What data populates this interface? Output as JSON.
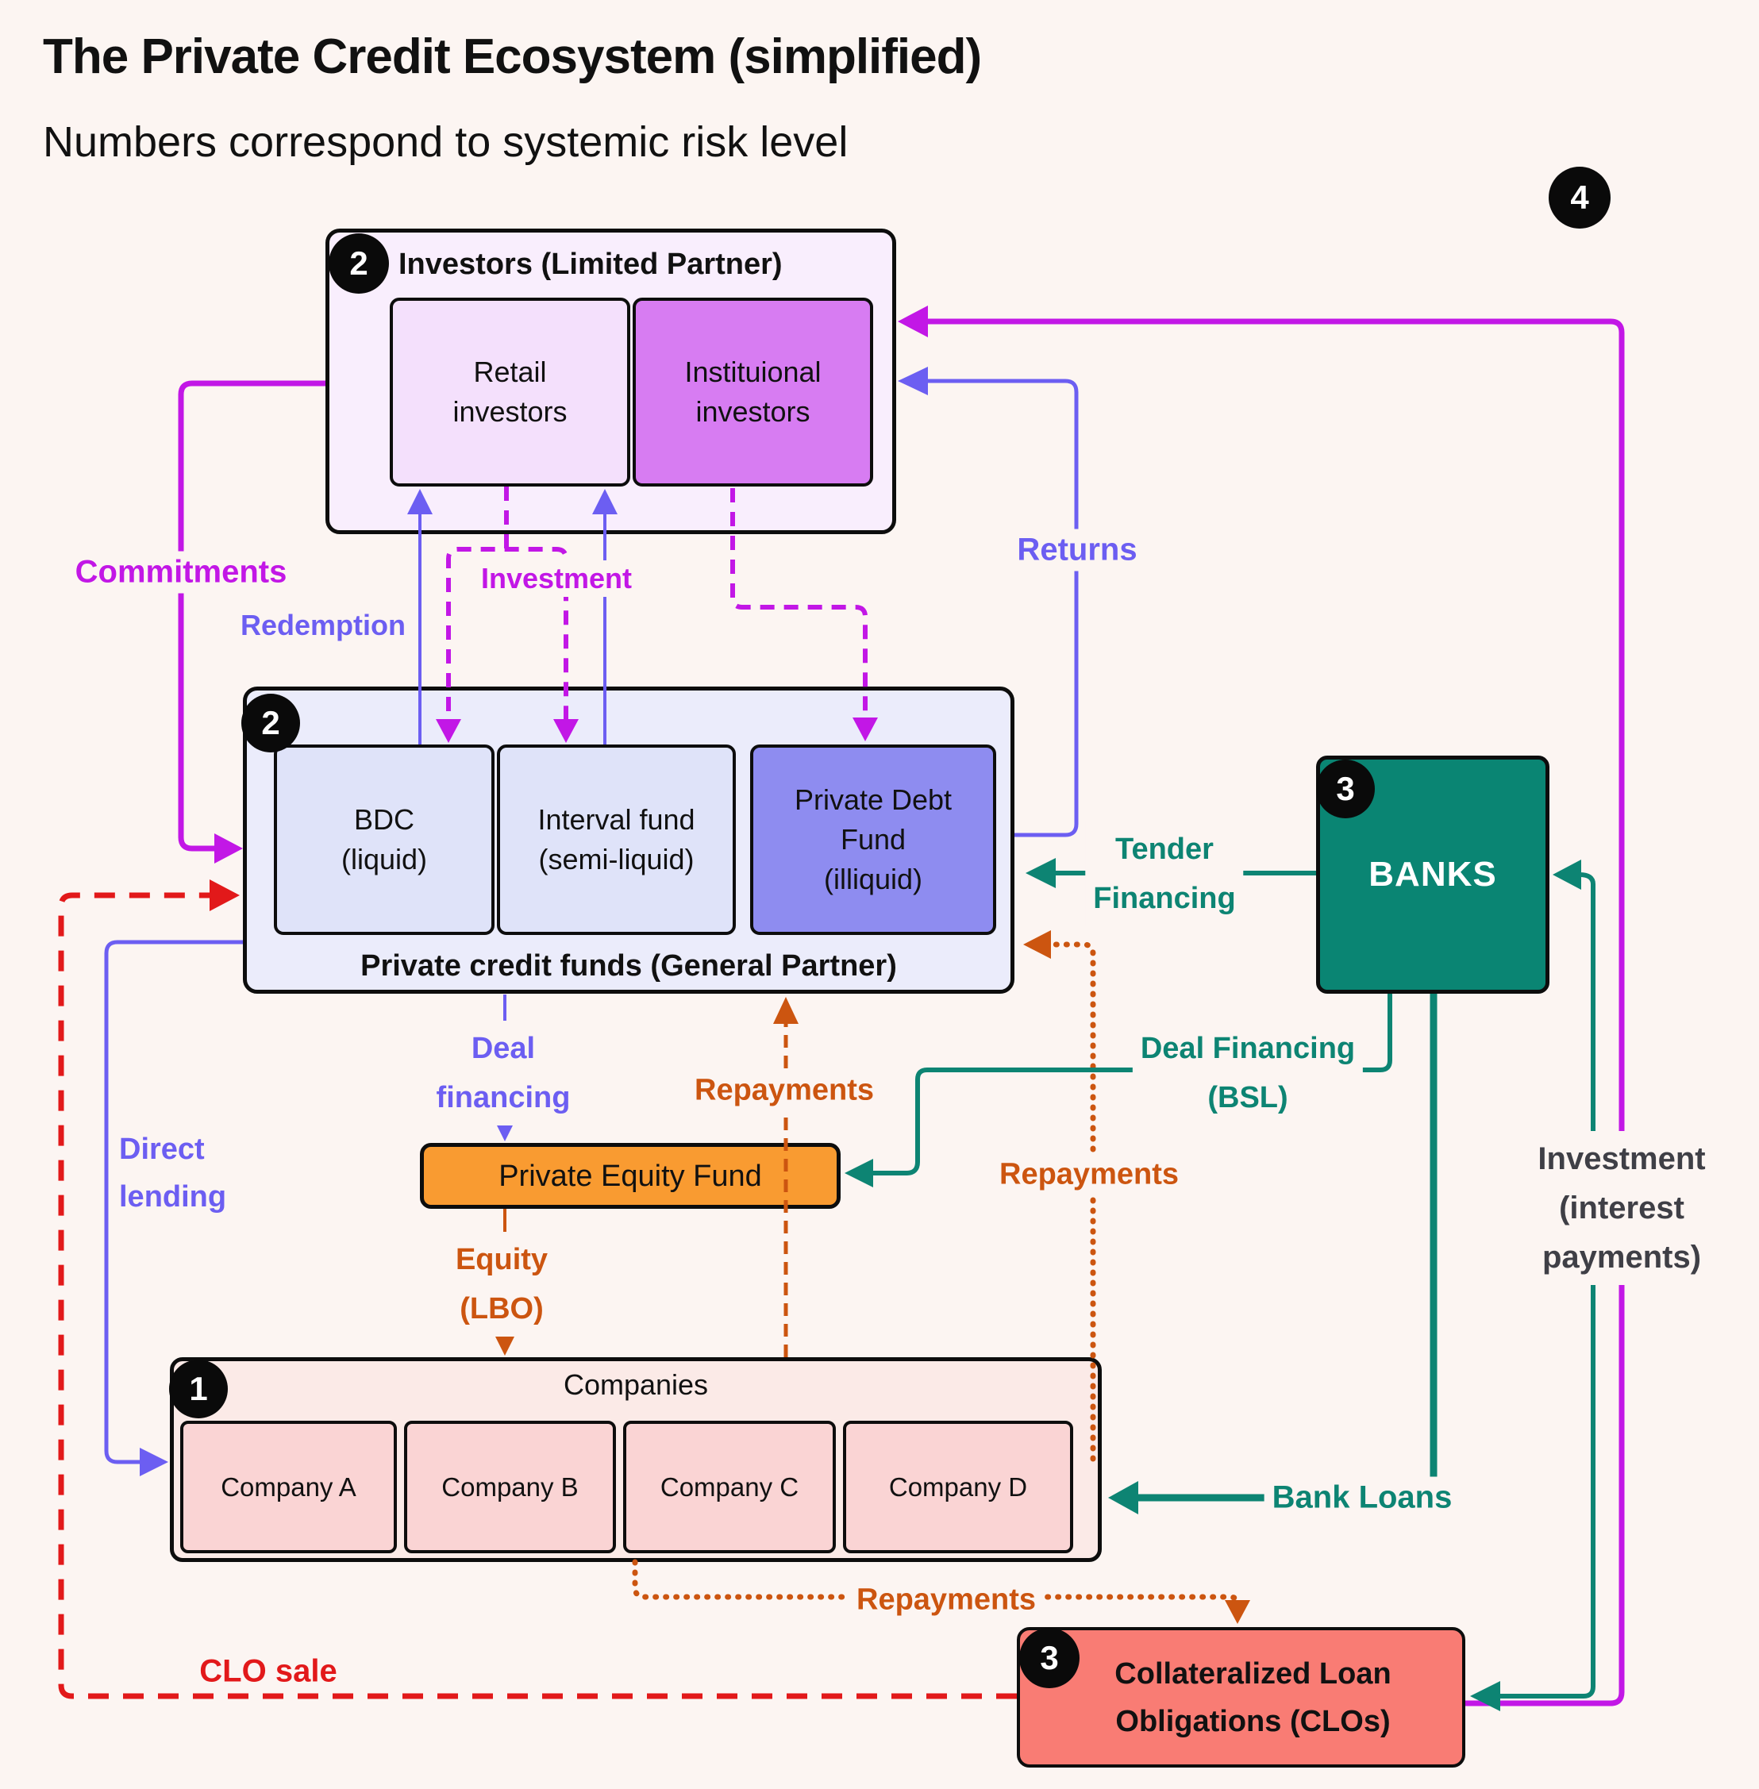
{
  "header": {
    "title": "The Private Credit Ecosystem (simplified)",
    "subtitle": "Numbers correspond to systemic risk level"
  },
  "floating_badge": "4",
  "colors": {
    "bg": "#fcf5f2",
    "ink": "#111111",
    "magenta": "#c217e6",
    "violet": "#6c5ef2",
    "teal": "#0d8473",
    "orange": "#cc5510",
    "red": "#e2191a",
    "gray-label": "#3f3f46",
    "investors-bg": "#f9eefd",
    "retail-bg": "#f4e0fc",
    "institutional-bg": "#d77cf2",
    "funds-bg": "#ebecfb",
    "fund-item-bg": "#dfe3f9",
    "pdf-bg": "#8e8cf0",
    "pef-bg": "#f99b31",
    "companies-bg": "#fbeae7",
    "company-bg": "#fad4d4",
    "banks-bg": "#0a8573",
    "clo-bg": "#f97c74"
  },
  "nodes": {
    "investors": {
      "badge": "2",
      "title": "Investors (Limited Partner)",
      "retail_lines": [
        "Retail",
        "investors"
      ],
      "institutional_lines": [
        "Instituional",
        "investors"
      ]
    },
    "funds": {
      "badge": "2",
      "caption": "Private credit funds (General Partner)",
      "bdc_lines": [
        "BDC",
        "(liquid)"
      ],
      "interval_lines": [
        "Interval fund",
        "(semi-liquid)"
      ],
      "pdf_lines": [
        "Private Debt",
        "Fund",
        "(illiquid)"
      ]
    },
    "pef": {
      "label": "Private Equity Fund"
    },
    "companies": {
      "badge": "1",
      "title": "Companies",
      "items": [
        "Company A",
        "Company B",
        "Company C",
        "Company D"
      ]
    },
    "banks": {
      "badge": "3",
      "label": "BANKS"
    },
    "clo": {
      "badge": "3",
      "lines": [
        "Collateralized Loan",
        "Obligations (CLOs)"
      ]
    }
  },
  "flows": {
    "commitments": {
      "label": "Commitments"
    },
    "redemption": {
      "label": "Redemption"
    },
    "investment_lp": {
      "label": "Investment"
    },
    "returns": {
      "label": "Returns"
    },
    "tender": {
      "lines": [
        "Tender",
        "Financing"
      ]
    },
    "deal_financing": {
      "lines": [
        "Deal",
        "financing"
      ]
    },
    "deal_bsl": {
      "lines": [
        "Deal Financing",
        "(BSL)"
      ]
    },
    "repayments_left": {
      "label": "Repayments"
    },
    "repayments_right": {
      "label": "Repayments"
    },
    "repayments_bottom": {
      "label": "Repayments"
    },
    "direct_lending": {
      "lines": [
        "Direct",
        "lending"
      ]
    },
    "equity_lbo": {
      "lines": [
        "Equity",
        "(LBO)"
      ]
    },
    "bank_loans": {
      "label": "Bank Loans"
    },
    "investment_interest": {
      "lines": [
        "Investment",
        "(interest",
        "payments)"
      ]
    },
    "clo_sale": {
      "label": "CLO sale"
    }
  }
}
